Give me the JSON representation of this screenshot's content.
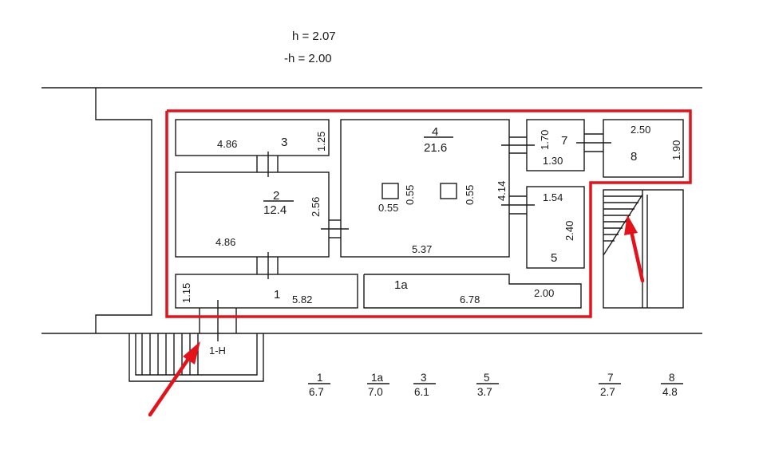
{
  "header": {
    "h_line": "h  =  2.07",
    "neg_h_line": "-h  =  2.00"
  },
  "rooms": {
    "r3": {
      "number": "3",
      "width": "4.86",
      "depth": "1.25"
    },
    "r2": {
      "number": "2",
      "area": "12.4",
      "width": "4.86",
      "depth": "2.56"
    },
    "r4": {
      "number": "4",
      "area": "21.6",
      "column_a": "0.55",
      "column_b": "0.55",
      "column_c": "0.55",
      "width": "5.37",
      "depth": "4.14"
    },
    "r7": {
      "number": "7",
      "height": "1.70",
      "width": "1.30"
    },
    "r8": {
      "number": "8",
      "width": "2.50",
      "depth": "1.90"
    },
    "r5": {
      "number": "5",
      "width": "1.54",
      "depth": "2.40"
    },
    "r1": {
      "number": "1",
      "width": "5.82",
      "depth": "1.15"
    },
    "r1a": {
      "number": "1a",
      "width": "6.78",
      "extra": "2.00"
    },
    "entrance": {
      "label": "1-H"
    }
  },
  "legend": [
    {
      "num": "1",
      "area": "6.7"
    },
    {
      "num": "1a",
      "area": "7.0"
    },
    {
      "num": "3",
      "area": "6.1"
    },
    {
      "num": "5",
      "area": "3.7"
    },
    {
      "num": "7",
      "area": "2.7"
    },
    {
      "num": "8",
      "area": "4.8"
    }
  ],
  "colors": {
    "highlight": "#e3131b",
    "lines": "#1a1a1a"
  }
}
